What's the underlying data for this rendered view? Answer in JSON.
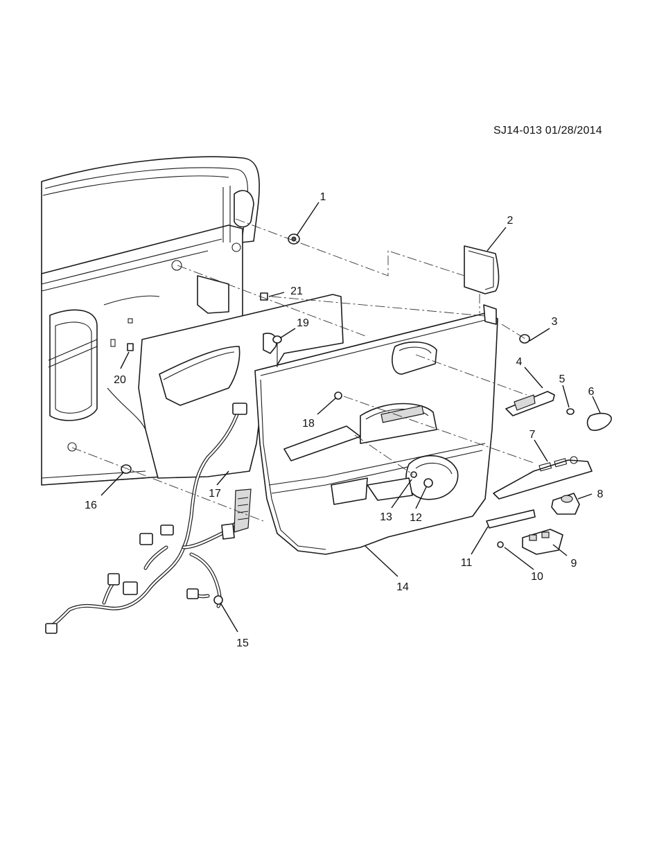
{
  "header": {
    "diagram_code": "SJ14-013 01/28/2014"
  },
  "callouts": [
    "1",
    "2",
    "3",
    "4",
    "5",
    "6",
    "7",
    "8",
    "9",
    "10",
    "11",
    "12",
    "13",
    "14",
    "15",
    "16",
    "17",
    "18",
    "19",
    "20",
    "21"
  ]
}
